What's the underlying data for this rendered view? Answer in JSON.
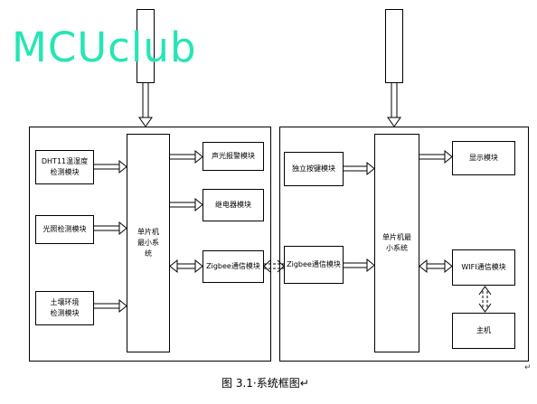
{
  "top_boxes": [
    {
      "id": "left-top",
      "text": ""
    },
    {
      "id": "right-top",
      "text": ""
    }
  ],
  "left_modules": {
    "dht11": "DHT11温湿度检测模块",
    "light": "光照检测模块",
    "soil": "土壤环境检测模块",
    "mcu": "单片机最小系统",
    "buzzer": "声光报警模块",
    "relay": "继电器模块",
    "zigbee": "Zigbee通信模块"
  },
  "right_modules": {
    "keys": "独立按键模块",
    "zigbee": "Zigbee通信模块",
    "mcu": "单片机最小系统",
    "display": "显示模块",
    "wifi": "WIFI通信模块",
    "host": "主机"
  },
  "watermark": "MCUclub",
  "caption": "图 3.1·系统框图↵",
  "pilcrow": "↵",
  "colors": {
    "watermark": "#24e6b4",
    "line": "#000000"
  }
}
